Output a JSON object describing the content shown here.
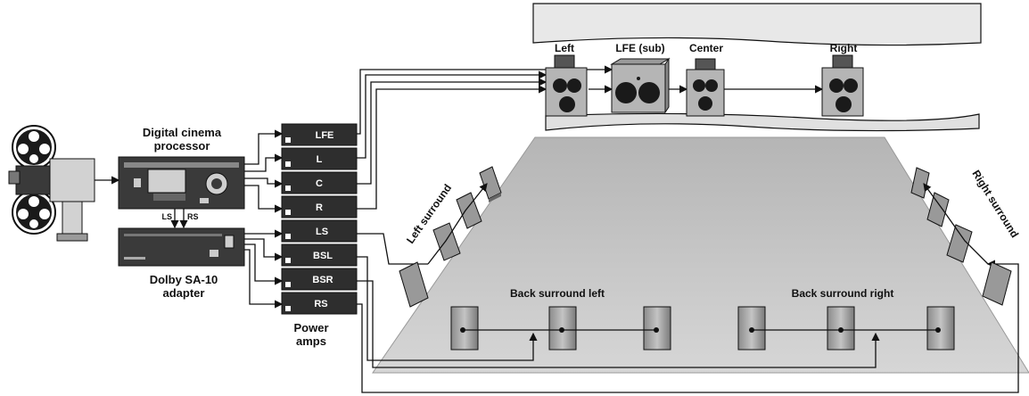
{
  "labels": {
    "processor": [
      "Digital cinema",
      "processor"
    ],
    "adapter": [
      "Dolby SA-10",
      "adapter"
    ],
    "power_amps": [
      "Power",
      "amps"
    ],
    "ls_tap": "LS",
    "rs_tap": "RS",
    "speaker_left": "Left",
    "speaker_lfe": "LFE (sub)",
    "speaker_center": "Center",
    "speaker_right": "Right",
    "left_surround": "Left surround",
    "right_surround": "Right surround",
    "back_surround_left": "Back surround left",
    "back_surround_right": "Back surround right"
  },
  "amps": [
    "LFE",
    "L",
    "C",
    "R",
    "LS",
    "BSL",
    "BSR",
    "RS"
  ],
  "colors": {
    "floor": "#c2c2c2",
    "screen": "#e6e6e6",
    "device": "#3a3a3a",
    "amp": "#2e2e2e",
    "speaker_body": "#a9a9a9",
    "ink": "#111111"
  }
}
